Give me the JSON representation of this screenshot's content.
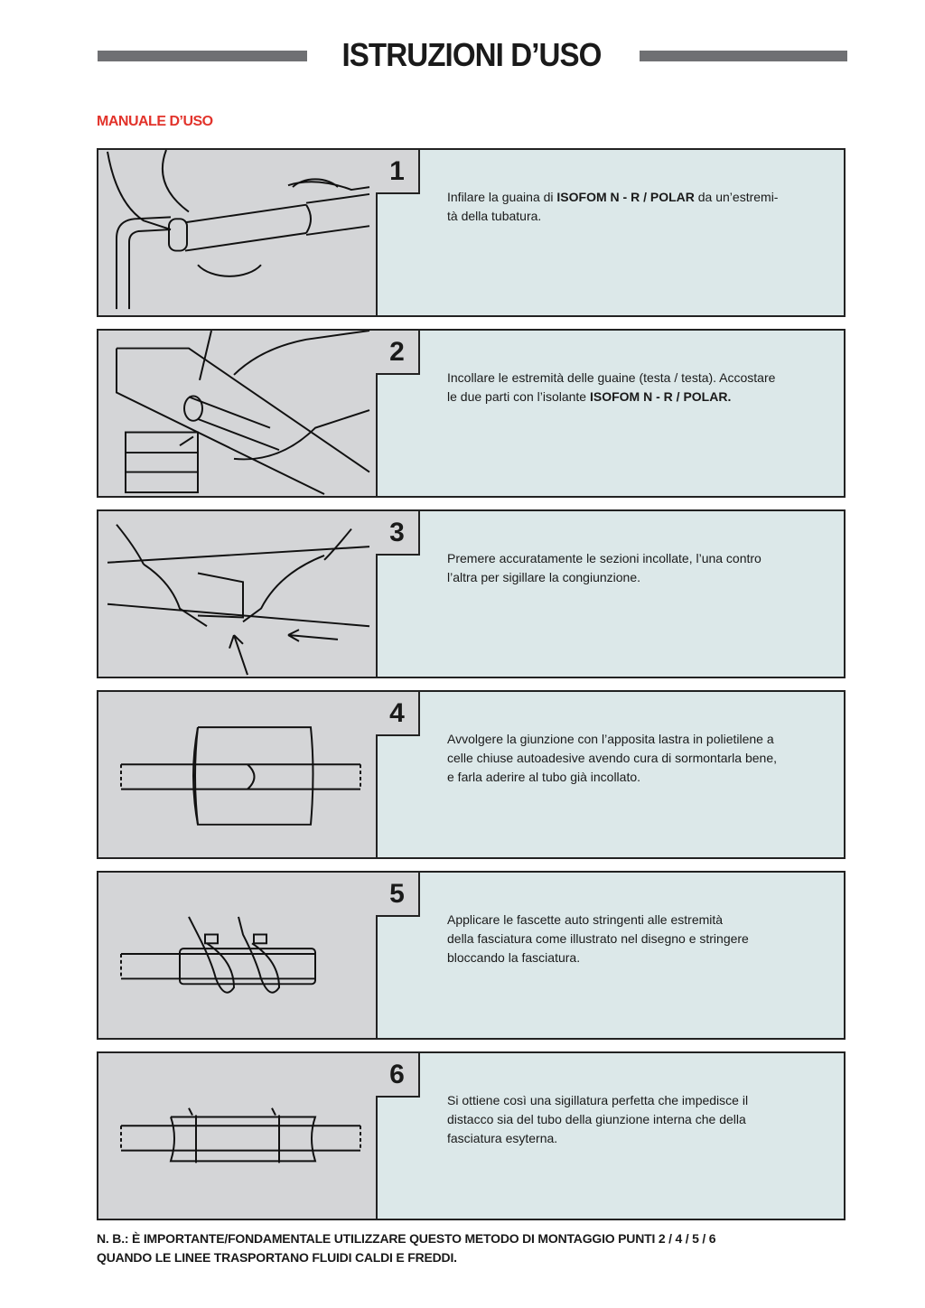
{
  "header": {
    "title": "ISTRUZIONI D’USO",
    "subtitle": "MANUALE D’USO"
  },
  "steps": [
    {
      "number": "1",
      "parts": [
        {
          "t": "Infilare la guaina di  "
        },
        {
          "t": "ISOFOM N - R / POLAR",
          "b": true
        },
        {
          "t": " da un’estremi-\ntà della tubatura."
        }
      ]
    },
    {
      "number": "2",
      "parts": [
        {
          "t": "Incollare le estremità delle guaine (testa / testa). Accostare\nle due parti con  l’isolante "
        },
        {
          "t": "ISOFOM N - R / POLAR.",
          "b": true
        }
      ]
    },
    {
      "number": "3",
      "parts": [
        {
          "t": "Premere accuratamente le sezioni incollate, l’una contro\nl’altra per sigillare la congiunzione."
        }
      ]
    },
    {
      "number": "4",
      "parts": [
        {
          "t": "Avvolgere la giunzione con l’apposita lastra in polietilene a\ncelle chiuse autoadesive avendo cura di sormontarla bene,\ne farla aderire al tubo già incollato."
        }
      ]
    },
    {
      "number": "5",
      "parts": [
        {
          "t": "Applicare le fascette auto stringenti alle estremità\ndella fasciatura come illustrato nel disegno e stringere\nbloccando la fasciatura."
        }
      ]
    },
    {
      "number": "6",
      "parts": [
        {
          "t": "Si ottiene così una sigillatura perfetta che impedisce il\ndistacco sia del tubo della giunzione interna che della\nfasciatura esyterna."
        }
      ]
    }
  ],
  "note": {
    "line1": "N. B.: È IMPORTANTE/FONDAMENTALE UTILIZZARE QUESTO METODO DI MONTAGGIO PUNTI 2 / 4 / 5 / 6",
    "line2": "QUANDO LE LINEE TRASPORTANO FLUIDI CALDI E FREDDI."
  }
}
